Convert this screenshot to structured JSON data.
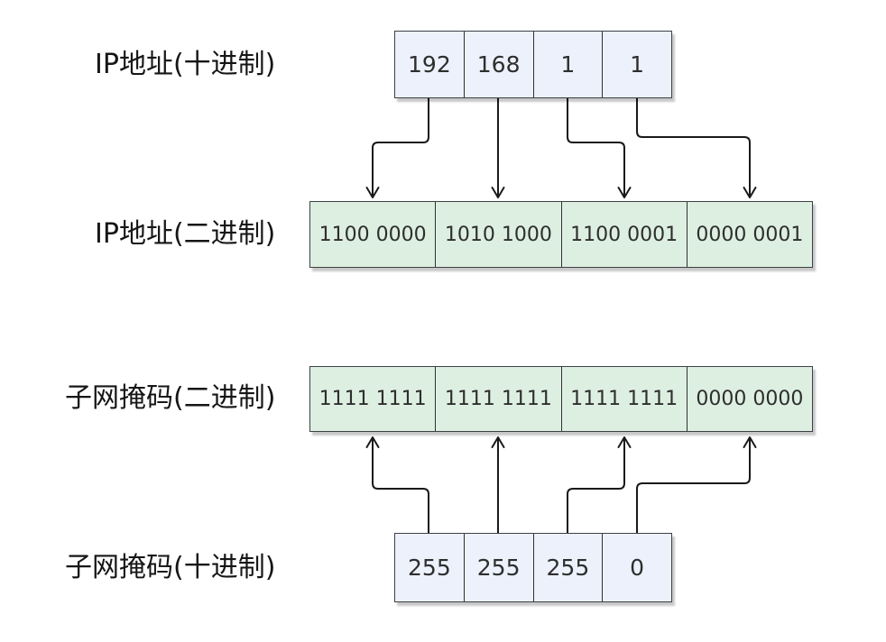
{
  "diagram": {
    "rows": {
      "ip_decimal": {
        "label": "IP地址(十进制)",
        "cells": [
          "192",
          "168",
          "1",
          "1"
        ]
      },
      "ip_binary": {
        "label": "IP地址(二进制)",
        "cells": [
          "1100 0000",
          "1010 1000",
          "1100 0001",
          "0000 0001"
        ]
      },
      "mask_binary": {
        "label": "子网掩码(二进制)",
        "cells": [
          "1111 1111",
          "1111 1111",
          "1111 1111",
          "0000 0000"
        ]
      },
      "mask_decimal": {
        "label": "子网掩码(十进制)",
        "cells": [
          "255",
          "255",
          "255",
          "0"
        ]
      }
    },
    "colors": {
      "background": "#ffffff",
      "decimal_cell_fill": "#ecf1fb",
      "binary_cell_fill": "#ddefe1",
      "cell_border": "#3d4145",
      "arrow": "#1a1a1a",
      "text": "#2e2e2e"
    }
  }
}
